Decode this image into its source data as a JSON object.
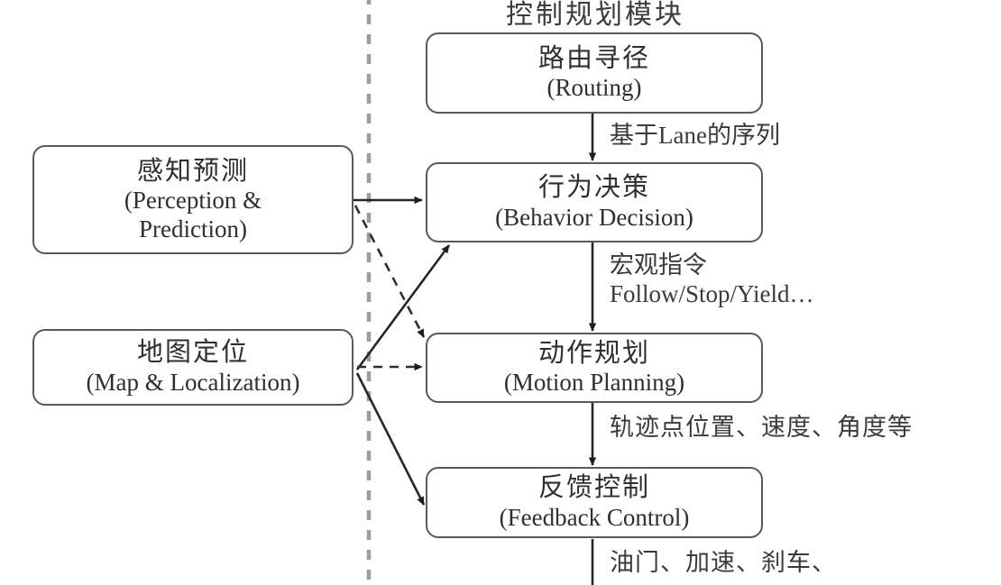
{
  "diagram": {
    "title": "控制规划模块",
    "divider": {
      "name": "module-boundary-dashed-line",
      "color": "#9a9a9a"
    },
    "colors": {
      "node_border": "#555a5e",
      "node_fill": "#ffffff",
      "edge": "#2b2b2b",
      "dashed_edge": "#3b3b3b",
      "text": "#333333",
      "page_background": "#ffffff"
    },
    "nodes": [
      {
        "id": "routing",
        "cn": "路由寻径",
        "en": "(Routing)"
      },
      {
        "id": "perception",
        "cn": "感知预测",
        "en": "(Perception &",
        "en2": "Prediction)"
      },
      {
        "id": "behavior",
        "cn": "行为决策",
        "en": "(Behavior Decision)"
      },
      {
        "id": "map",
        "cn": "地图定位",
        "en": "(Map & Localization)"
      },
      {
        "id": "motion",
        "cn": "动作规划",
        "en": "(Motion Planning)"
      },
      {
        "id": "feedback",
        "cn": "反馈控制",
        "en": "(Feedback Control)"
      }
    ],
    "edge_labels": [
      {
        "id": "routing-to-behavior",
        "line1": "基于Lane的序列",
        "line2": ""
      },
      {
        "id": "behavior-to-motion",
        "line1": "宏观指令",
        "line2": "Follow/Stop/Yield…"
      },
      {
        "id": "motion-to-feedback",
        "line1": "轨迹点位置、速度、角度等",
        "line2": ""
      },
      {
        "id": "feedback-output",
        "line1": "油门、加速、刹车、",
        "line2": ""
      }
    ],
    "edges": [
      {
        "from": "routing",
        "to": "behavior",
        "style": "solid"
      },
      {
        "from": "behavior",
        "to": "motion",
        "style": "solid"
      },
      {
        "from": "motion",
        "to": "feedback",
        "style": "solid"
      },
      {
        "from": "feedback",
        "to": "output",
        "style": "solid"
      },
      {
        "from": "perception",
        "to": "behavior",
        "style": "solid"
      },
      {
        "from": "perception",
        "to": "motion",
        "style": "dashed"
      },
      {
        "from": "map",
        "to": "behavior",
        "style": "solid"
      },
      {
        "from": "map",
        "to": "motion",
        "style": "dashed"
      },
      {
        "from": "map",
        "to": "feedback",
        "style": "solid"
      }
    ]
  }
}
